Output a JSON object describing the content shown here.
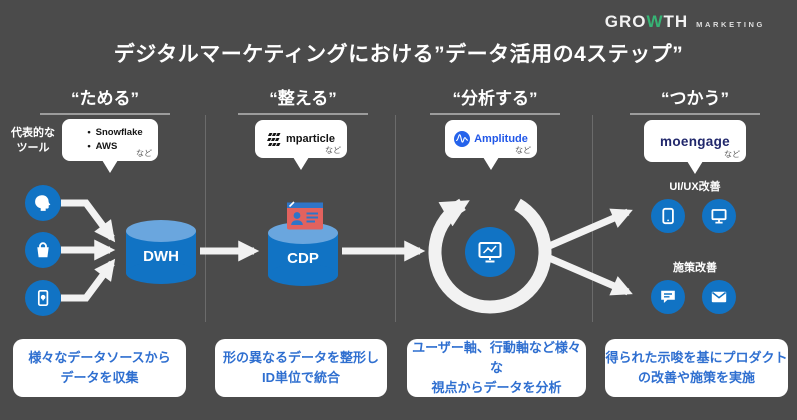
{
  "logo": {
    "text_pre": "GRO",
    "text_w": "W",
    "text_post": "TH",
    "subtext": "MARKETING"
  },
  "title": "デジタルマーケティングにおける”データ活用の4ステップ”",
  "tools_label": "代表的な\nツール",
  "steps": [
    {
      "header": "“ためる”",
      "tools": [
        "Snowflake",
        "AWS"
      ],
      "note": "など",
      "desc": "様々なデータソースから\nデータを収集"
    },
    {
      "header": "“整える”",
      "vendor": "mparticle",
      "note": "など",
      "desc": "形の異なるデータを整形し\nID単位で統合"
    },
    {
      "header": "“分析する”",
      "vendor": "Amplitude",
      "note": "など",
      "desc": "ユーザー軸、行動軸など様々な\n視点からデータを分析"
    },
    {
      "header": "“つかう”",
      "vendor": "moengage",
      "note": "など",
      "desc": "得られた示唆を基にプロダクト\nの改善や施策を実施"
    }
  ],
  "nodes": {
    "dwh": "DWH",
    "cdp": "CDP"
  },
  "usage": {
    "group1": "UI/UX改善",
    "group2": "施策改善"
  },
  "icons": {
    "sources": [
      "user-profile-icon",
      "shopping-bag-icon",
      "smartphone-icon"
    ],
    "cdp_badge": "id-card-icon",
    "analysis": "monitor-chart-icon",
    "usage_ui": [
      "tablet-icon",
      "desktop-icon"
    ],
    "usage_campaign": [
      "chat-bubble-icon",
      "mail-icon"
    ],
    "vendors": [
      "mparticle-hatch-icon",
      "amplitude-pulse-icon"
    ]
  },
  "colors": {
    "background": "#4b4b4b",
    "primary_blue": "#1173c4",
    "cylinder_top": "#6aa6de",
    "box_text_blue": "#2f6fd0",
    "amplitude_blue": "#2563eb",
    "moengage_navy": "#20276b",
    "card_red": "#e2625e",
    "logo_green": "#36b475",
    "arrow_white": "#f2f2f2"
  }
}
